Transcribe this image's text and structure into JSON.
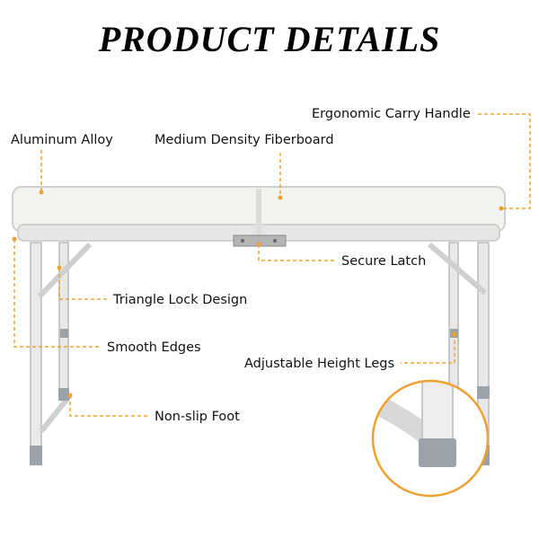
{
  "heading": "PRODUCT DETAILS",
  "labels": {
    "carry_handle": "Ergonomic Carry Handle",
    "aluminum_alloy": "Aluminum Alloy",
    "fiberboard": "Medium Density Fiberboard",
    "secure_latch": "Secure Latch",
    "triangle_lock": "Triangle Lock Design",
    "smooth_edges": "Smooth Edges",
    "adjustable_legs": "Adjustable Height Legs",
    "nonslip_foot": "Non-slip Foot"
  },
  "colors": {
    "leader_line": "#f0a030",
    "table_top": "#f2f2ee",
    "frame": "#d8d8d8",
    "foot": "#9aa3aa"
  }
}
